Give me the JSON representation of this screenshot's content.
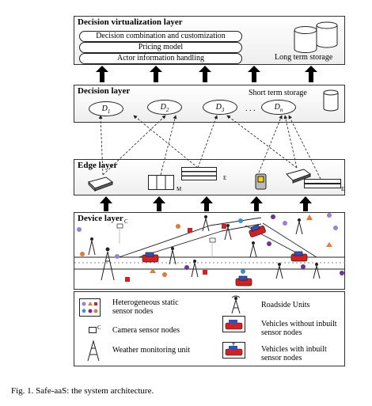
{
  "layers": {
    "virtualization": {
      "title": "Decision virtualization layer",
      "items": [
        "Decision combination and customization",
        "Pricing model",
        "Actor information handling"
      ],
      "storage_label": "Long term storage"
    },
    "decision": {
      "title": "Decision layer",
      "nodes": [
        "D",
        "D",
        "D",
        "D"
      ],
      "node_subs": [
        "1",
        "2",
        "3",
        "n"
      ],
      "ellipsis": ". . .",
      "storage_label": "Short term storage"
    },
    "edge": {
      "title": "Edge layer",
      "device_labels": [
        "M",
        "E",
        "E"
      ]
    },
    "device": {
      "title": "Device layer",
      "camera_label": "C"
    }
  },
  "legend": {
    "static_nodes": "Heterogeneous static sensor nodes",
    "camera_nodes": "Camera sensor nodes",
    "camera_mark": "C",
    "weather": "Weather monitoring unit",
    "rsu": "Roadside Units",
    "vehicles_without": "Vehicles without inbuilt sensor nodes",
    "vehicles_with": "Vehicles with inbuilt sensor nodes"
  },
  "caption": "Fig. 1.   Safe-aaS: the system architecture.",
  "icons": [
    "database-icon",
    "up-arrow-icon",
    "tower-icon",
    "car-icon",
    "camera-icon",
    "router-icon",
    "server-icon"
  ]
}
